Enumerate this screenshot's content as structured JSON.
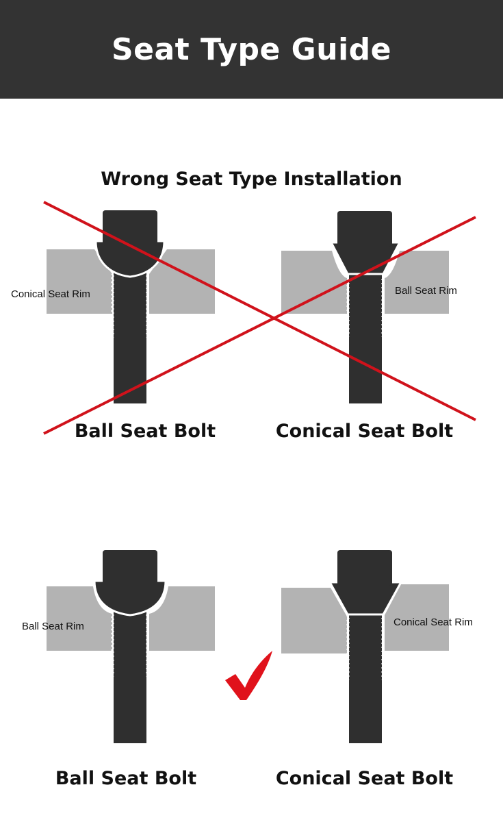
{
  "header": {
    "title": "Seat Type Guide"
  },
  "wrong_section": {
    "title": "Wrong Seat Type Installation",
    "left": {
      "rim_label": "Conical Seat Rim",
      "bolt_label": "Ball Seat Bolt"
    },
    "right": {
      "rim_label": "Ball Seat Rim",
      "bolt_label": "Conical Seat Bolt"
    }
  },
  "correct_section": {
    "left": {
      "rim_label": "Ball Seat Rim",
      "bolt_label": "Ball Seat Bolt"
    },
    "right": {
      "rim_label": "Conical Seat Rim",
      "bolt_label": "Conical Seat Bolt"
    }
  },
  "colors": {
    "header_bg": "#333333",
    "bolt": "#2f2f2f",
    "rim": "#b3b3b3",
    "cross_mark": "#d0121b",
    "check_mark": "#e0121b"
  },
  "icons": {
    "wrong_marker": "red-x-cross-icon",
    "correct_marker": "red-check-mark-icon"
  }
}
